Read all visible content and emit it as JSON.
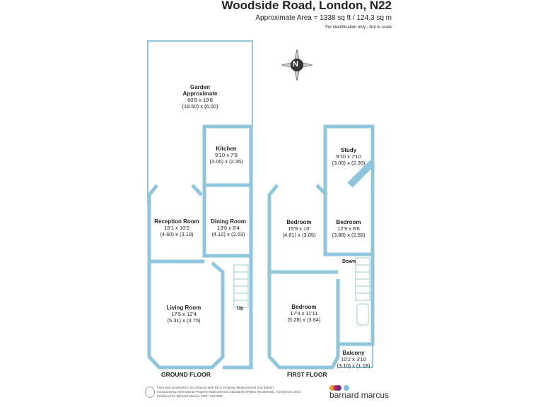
{
  "header": {
    "title": "Woodside Road, London, N22",
    "area": "Approximate Area = 1338 sq ft / 124.3 sq m",
    "identification": "For identification only - Not to scale"
  },
  "compass": {
    "label": "N"
  },
  "ground_floor": {
    "label": "GROUND FLOOR",
    "rooms": [
      {
        "name": "Garden",
        "subname": "Approximate",
        "imperial": "60'8 x 19'8",
        "metric": "(18.50) x (6.00)"
      },
      {
        "name": "Kitchen",
        "imperial": "9'10 x 7'9",
        "metric": "(3.00) x (2.35)"
      },
      {
        "name": "Reception Room",
        "imperial": "15'1 x 10'2",
        "metric": "(4.60) x (3.10)"
      },
      {
        "name": "Dining Room",
        "imperial": "13'6 x 8'4",
        "metric": "(4.12) x (2.53)"
      },
      {
        "name": "Living Room",
        "imperial": "17'5 x 12'4",
        "metric": "(5.31) x (3.75)"
      }
    ],
    "stairs": "Up"
  },
  "first_floor": {
    "label": "FIRST FLOOR",
    "rooms": [
      {
        "name": "Study",
        "imperial": "9'10 x 7'10",
        "metric": "(3.00) x (2.39)"
      },
      {
        "name": "Bedroom",
        "imperial": "15'9 x 10'",
        "metric": "(4.81) x (3.05)"
      },
      {
        "name": "Bedroom",
        "imperial": "12'9 x 8'6",
        "metric": "(3.88) x (2.58)"
      },
      {
        "name": "Bedroom",
        "imperial": "17'4 x 11'11",
        "metric": "(5.28) x (3.64)"
      },
      {
        "name": "Balcony",
        "imperial": "10'2 x 3'10",
        "metric": "(3.10) x (1.18)"
      }
    ],
    "stairs": "Down"
  },
  "footer": {
    "line1": "Floor plan produced in accordance with RICS Property Measurement 2nd Edition,",
    "line2": "Incorporating International Property Measurement Standards (IPMS2 Residential).  ©nichecom 2024.",
    "line3": "Produced for Barnard Marcus.   REF: 1227085",
    "brand": "barnard marcus"
  },
  "colors": {
    "wall": "#8fc6de",
    "brand_dots": [
      "#e8a32a",
      "#c0306a",
      "#7a2c7e",
      "#7cc0e3"
    ]
  }
}
